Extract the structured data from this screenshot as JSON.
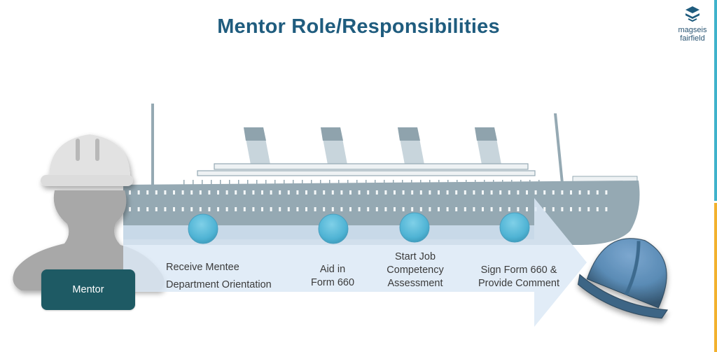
{
  "slide": {
    "title": "Mentor Role/Responsibilities",
    "logo": {
      "icon": "stacked-layers-icon",
      "line1": "magseis",
      "line2": "fairfield"
    },
    "colors": {
      "title": "#1f5c7e",
      "accent_blue": "#3fb2cb",
      "accent_orange": "#f2b12e",
      "mentor_box": "#1e5a64",
      "arrow": "#dce9f6",
      "milestone": "#5bb8d6",
      "ship": "#95a9b3",
      "mentee_helmet": "#5a8bb5"
    }
  },
  "mentor": {
    "label": "Mentor",
    "icon": "person-with-hardhat-icon"
  },
  "mentee": {
    "icon": "blue-hardhat-icon"
  },
  "steps": [
    {
      "line1": "Receive Mentee",
      "line2": "Department Orientation"
    },
    {
      "line1": "Aid in",
      "line2": "Form 660"
    },
    {
      "line1": "Start Job",
      "line2": "Competency",
      "line3": "Assessment"
    },
    {
      "line1": "Sign Form 660 &",
      "line2": "Provide Comment"
    }
  ]
}
